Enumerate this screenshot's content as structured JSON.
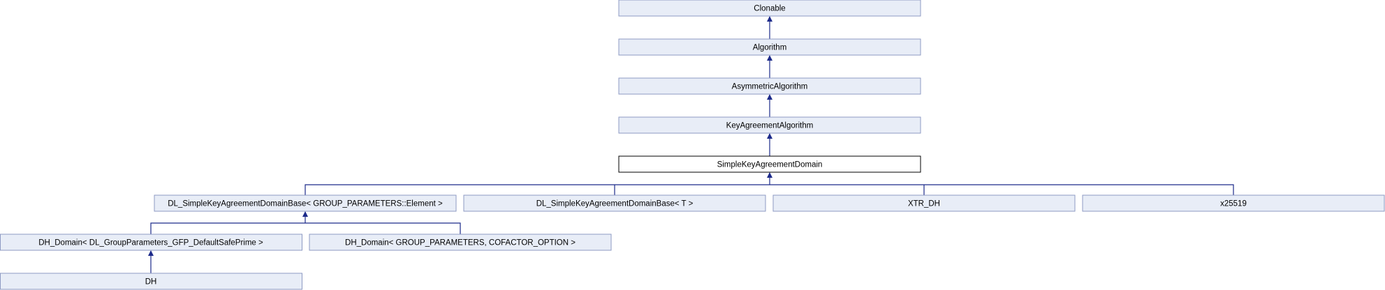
{
  "colors": {
    "node_fill": "#e8edf7",
    "node_stroke": "#8e9ac3",
    "current_stroke": "#000000",
    "current_fill": "#ffffff",
    "edge": "#1c2a8a"
  },
  "nodes": {
    "clonable": "Clonable",
    "algorithm": "Algorithm",
    "asymmetric_algorithm": "AsymmetricAlgorithm",
    "key_agreement_algorithm": "KeyAgreementAlgorithm",
    "simple_key_agreement_domain": "SimpleKeyAgreementDomain",
    "dl_base_element": "DL_SimpleKeyAgreementDomainBase< GROUP_PARAMETERS::Element >",
    "dl_base_t": "DL_SimpleKeyAgreementDomainBase< T >",
    "xtr_dh": "XTR_DH",
    "x25519": "x25519",
    "dh_domain_gfp": "DH_Domain< DL_GroupParameters_GFP_DefaultSafePrime >",
    "dh_domain_cofactor": "DH_Domain< GROUP_PARAMETERS, COFACTOR_OPTION >",
    "dh": "DH"
  }
}
